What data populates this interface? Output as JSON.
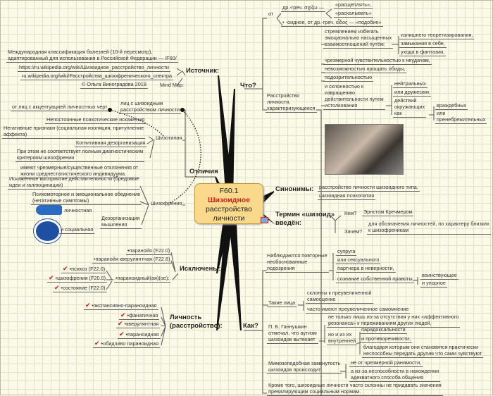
{
  "center": {
    "code": "F60.1",
    "title": "Шизоидное",
    "subtitle": "расстройство\nличности"
  },
  "source": {
    "label": "Источник:",
    "items": [
      "Международная классификация болезней (10-й пересмотр),\nадаптированный для использования в Российской Федерации — /F60/",
      "https://ru.wikipedia.org/wiki/Шизоидное_расстройство_личности",
      "ru.wikipedia.org/wiki/Расстройства_шизофренического_спектра",
      "© Ольга Виноградова 2018",
      "Mind Map:"
    ]
  },
  "what": {
    "label": "Что?",
    "from": "от",
    "greek": "др.-греч. σχίζω —",
    "split1": "«расщеплять»,",
    "split2": "«раскалывать»",
    "oid": "• -оидное, от др.-греч. εἶδος — «подобие»",
    "disorder": "Расстройство\nличности,\nхарактеризующееся",
    "avoid": "стремлением избегать\nэмоционально насыщенных\nвзаимоотношений путём:",
    "avoid_items": [
      "излишнего теоретизирования,",
      "замыкания в себе,",
      "ухода в фантазии,"
    ],
    "traits": [
      "чрезмерной чувствительностью к неудачам,",
      "невозможностью прощать обиды,",
      "подозрительностью"
    ],
    "distort": "и склонностью к\nизвращению\nдействительности путем\nистолкования",
    "actions": [
      "нейтральных",
      "или дружеских"
    ],
    "actions_of": "действий\nокружающих\nкак",
    "as": [
      "враждебных",
      "или\nпренебрежительных"
    ]
  },
  "diff": {
    "label": "Отличия",
    "accent": "от лиц с акцентуацией личностных черт",
    "persons": "лиц с шизоидным\nрасстройством личности",
    "schizotypy": "Шизотипия",
    "schizotypy_items": [
      "Непостоянные психотические искажения",
      "Негативные признаки (социальная изоляция, притупление\nаффекта)",
      "Когнитивная дезорганизация",
      "При этом не соответствует полным диагностическим\nкритериям шизофрении"
    ],
    "deviation": "имеют чрезмерные/существенные отклонения от\nжизни среднестатистического индивидуума.",
    "schizophrenia": "Шизофрения",
    "schizophrenia_items": [
      "Искажённое восприятие действительности (бредовые\nидеи и галлюцинации)",
      "Психомоторное и эмоциональное обеднение\n(негативные симптомы)"
    ],
    "disorg": "Дезорганизация\nмышления",
    "personal": "личностная",
    "social": "и социальная"
  },
  "synonyms": {
    "label": "Синонимы:",
    "items": [
      "расстройство личности шизоидного типа,",
      "шизоидная психопатия"
    ]
  },
  "term": {
    "label": "Термин «шизоид»\nвведён:",
    "who_q": "Кем?",
    "who": "Эрнстом Кречмером",
    "why_q": "Зачем?",
    "why": "для обозначения личностей, по характеру близких\nк шизофреникам"
  },
  "excluded": {
    "label": "Исключены:",
    "items": [
      "•паранойя (F22.0)",
      "•паранойя кверулянтная (F22.8)"
    ],
    "paranoid": "•параноидный(ая)(ое):",
    "paranoid_items": [
      "•психоз (F22.0)",
      "•шизофрения (F20.0)",
      "•состояние (F22.0)"
    ]
  },
  "personality": {
    "label": "Личность\n(расстройство):",
    "items": [
      "•экспансивно-параноидная",
      "•фанатичная",
      "•кверулянтная",
      "•параноидная",
      "•обидчиво параноидная"
    ]
  },
  "how": {
    "label": "Как?",
    "suspicion": "Наблюдаются повторные\nнеобоснованные\nподозрения",
    "suspicion_items": [
      "супруга",
      "или сексуального",
      "партнера в неверности,",
      "сознание собственной правоты"
    ],
    "rightness": [
      "воинствующее",
      "и упорное"
    ],
    "such": "Такие лица",
    "such_items": [
      "склонны к преувеличенной\nсамооценке",
      "часто имеют преувеличенное самомнение"
    ],
    "gannushkin": "П. Б. Ганнушкин\nотмечал, что аутизм\nшизоидов вытекает",
    "not_only": "не только лишь из-за отсутствия у них «аффективного\nрезонанса» к переживаниям других людей,",
    "inner": "но и из их\nвнутренней",
    "inner_items": [
      "парадоксальности",
      "и противоречивости,",
      "благодаря которым они становятся практически\nнеспособны передать другим что сами чувствуют"
    ],
    "mimosa": "Мимозоподобная замкнутость\nшизоидов происходит",
    "mimosa_items": [
      "не от чрезмерной ранимости,",
      "а из-за неспособности в нахождении\nадекватного способа общения"
    ],
    "norms": "Кроме того, шизоидные личности часто склонны не придавать значения\nпревалирующим социальным нормам."
  },
  "icons": {
    "check": "check-icon",
    "check_color": "#c8101a",
    "center_color": "#f9da8c"
  }
}
